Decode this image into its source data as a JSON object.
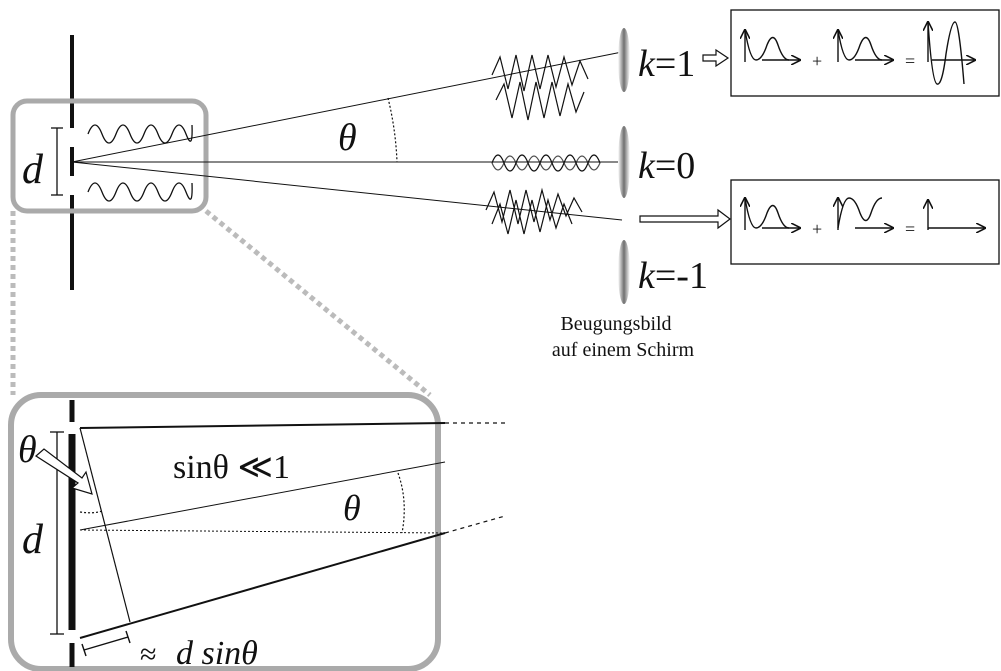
{
  "colors": {
    "ink": "#111111",
    "frame": "#aaaaaa",
    "screen": "#777777"
  },
  "labels": {
    "d_main": "d",
    "theta_main": "θ",
    "order_k1_var": "k",
    "order_k1_val": "=1",
    "order_k0_var": "k",
    "order_k0_val": "=0",
    "order_km1_var": "k",
    "order_km1_val": "=-1",
    "screen_caption_line1": "Beugungsbild",
    "screen_caption_line2": "auf einem Schirm",
    "plus": "+",
    "equals": "=",
    "zoom_theta_left": "θ",
    "zoom_sin_condition": "sinθ ≪1",
    "zoom_theta_right": "θ",
    "zoom_d": "d",
    "path_diff_approx": "≈",
    "path_diff_expr": "d sinθ"
  }
}
